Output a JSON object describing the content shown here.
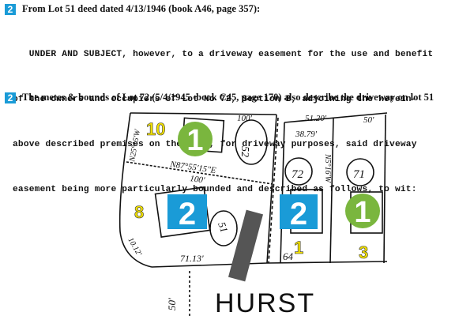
{
  "header1": {
    "badge": "2",
    "text": "From Lot 51 deed dated 4/13/1946 (book A46, page 357):"
  },
  "deed_lines": [
    "   UNDER AND SUBJECT, however, to a driveway easement for the use and benefit",
    "of the owners and occupiers of Lot No 72, Section B, adjoining the herein-",
    "above described premises on the East, for driveway purposes, said driveway",
    "easement being more particularly bounded and described as follows, to wit:"
  ],
  "header2": {
    "badge": "2",
    "text": "The metes & bounds of Lot 72 (5/4/1945 -book C45, page 170) also describe the driveway on lot 51"
  },
  "map": {
    "street": "HURST",
    "frontage_label": "50'",
    "lot_numbers": [
      "52",
      "72",
      "71",
      "51"
    ],
    "bearing_label": "N87°55'15\"E",
    "bearing_distance": "100'",
    "top_distances": [
      "100'",
      "51.20'",
      "38.79'",
      "50'"
    ],
    "bottom_distances": [
      "71.13'",
      "64"
    ],
    "side_labels": [
      "N25°15'W",
      "N5°16'W",
      "10.12'"
    ],
    "yellow_labels": [
      "10",
      "8",
      "1",
      "3"
    ],
    "badges": [
      {
        "num": "1",
        "shape": "circle",
        "color": "#7ab63e"
      },
      {
        "num": "2",
        "shape": "square",
        "color": "#1a9bd7"
      },
      {
        "num": "2",
        "shape": "square",
        "color": "#1a9bd7"
      },
      {
        "num": "1",
        "shape": "circle",
        "color": "#7ab63e"
      }
    ]
  }
}
